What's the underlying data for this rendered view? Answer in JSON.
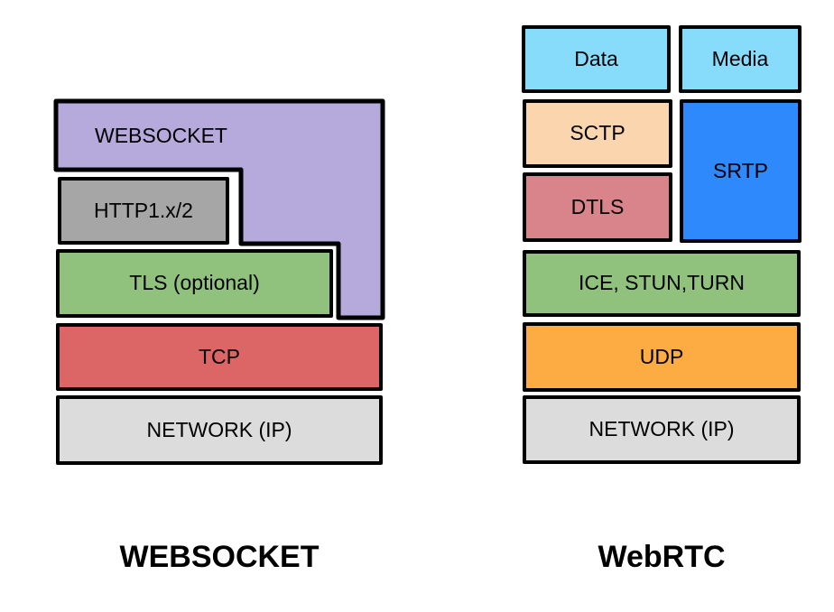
{
  "colors": {
    "background": "#ffffff",
    "border": "#000000",
    "text": "#000000"
  },
  "websocket_stack": {
    "title": "WEBSOCKET",
    "blocks": {
      "websocket": {
        "label": "WEBSOCKET",
        "color": "#b5aadb"
      },
      "http": {
        "label": "HTTP1.x/2",
        "color": "#a6a6a6"
      },
      "tls": {
        "label": "TLS (optional)",
        "color": "#90c27e"
      },
      "tcp": {
        "label": "TCP",
        "color": "#db6665"
      },
      "network": {
        "label": "NETWORK (IP)",
        "color": "#dcdcdc"
      }
    }
  },
  "webrtc_stack": {
    "title": "WebRTC",
    "blocks": {
      "data": {
        "label": "Data",
        "color": "#87dcfb"
      },
      "media": {
        "label": "Media",
        "color": "#87dcfb"
      },
      "sctp": {
        "label": "SCTP",
        "color": "#fbd5ae"
      },
      "srtp": {
        "label": "SRTP",
        "color": "#2e89fc"
      },
      "dtls": {
        "label": "DTLS",
        "color": "#d9848a"
      },
      "ice": {
        "label": "ICE, STUN,TURN",
        "color": "#90c27e"
      },
      "udp": {
        "label": "UDP",
        "color": "#fdab43"
      },
      "network": {
        "label": "NETWORK (IP)",
        "color": "#dcdcdc"
      }
    }
  }
}
